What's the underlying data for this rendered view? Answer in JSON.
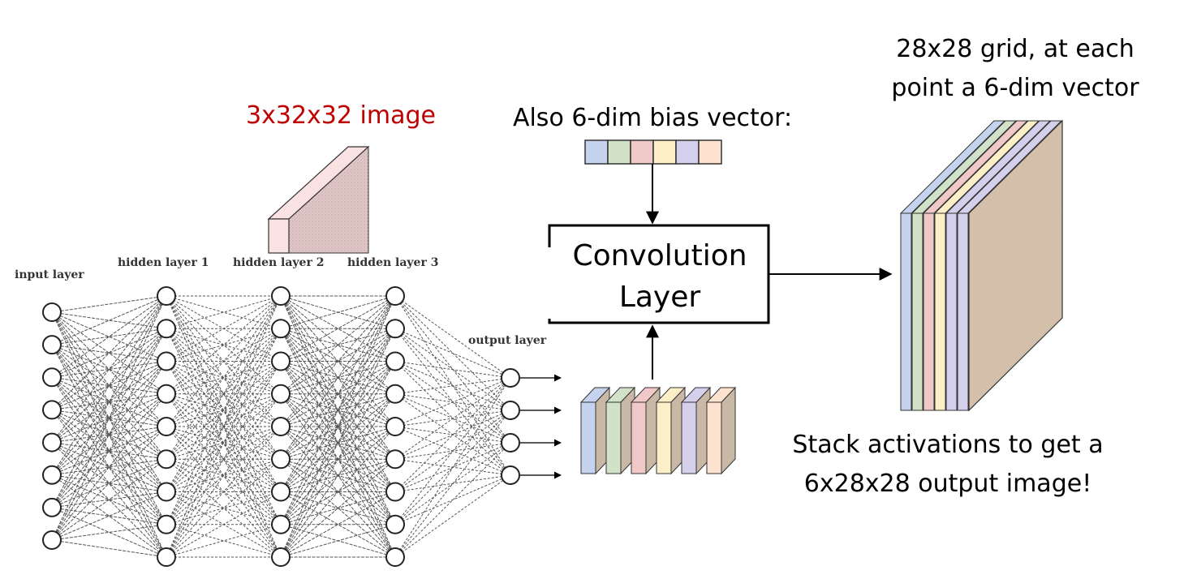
{
  "input_image": {
    "label": "3x32x32 image",
    "label_color": "#c00000"
  },
  "bias": {
    "label": "Also 6-dim bias vector:",
    "colors": [
      "#c5d3ee",
      "#d2e2c9",
      "#f0c8c8",
      "#fcefc8",
      "#d4d0ec",
      "#fce2cf"
    ]
  },
  "conv_layer": {
    "line1": "Convolution",
    "line2": "Layer"
  },
  "filters": {
    "colors": [
      "#c5d3ee",
      "#d2e2c9",
      "#f0c8c8",
      "#fcefc8",
      "#d4d0ec",
      "#fce2cf"
    ],
    "back_color": "#c9b8a6"
  },
  "output": {
    "top_label_line1": "28x28 grid, at each",
    "top_label_line2": "point a 6-dim vector",
    "bottom_label_line1": "Stack activations to get a",
    "bottom_label_line2": "6x28x28 output image!",
    "slice_colors": [
      "#c5d3ee",
      "#d2e2c9",
      "#f0c8c8",
      "#fcefc8",
      "#d4d0ec",
      "#d4d0ec"
    ],
    "back_color": "#d3bfaa"
  },
  "neural_net": {
    "layer_labels": [
      "input layer",
      "hidden layer 1",
      "hidden layer 2",
      "hidden layer 3",
      "output layer"
    ],
    "nodes_per_layer": [
      8,
      9,
      9,
      9,
      4
    ]
  }
}
